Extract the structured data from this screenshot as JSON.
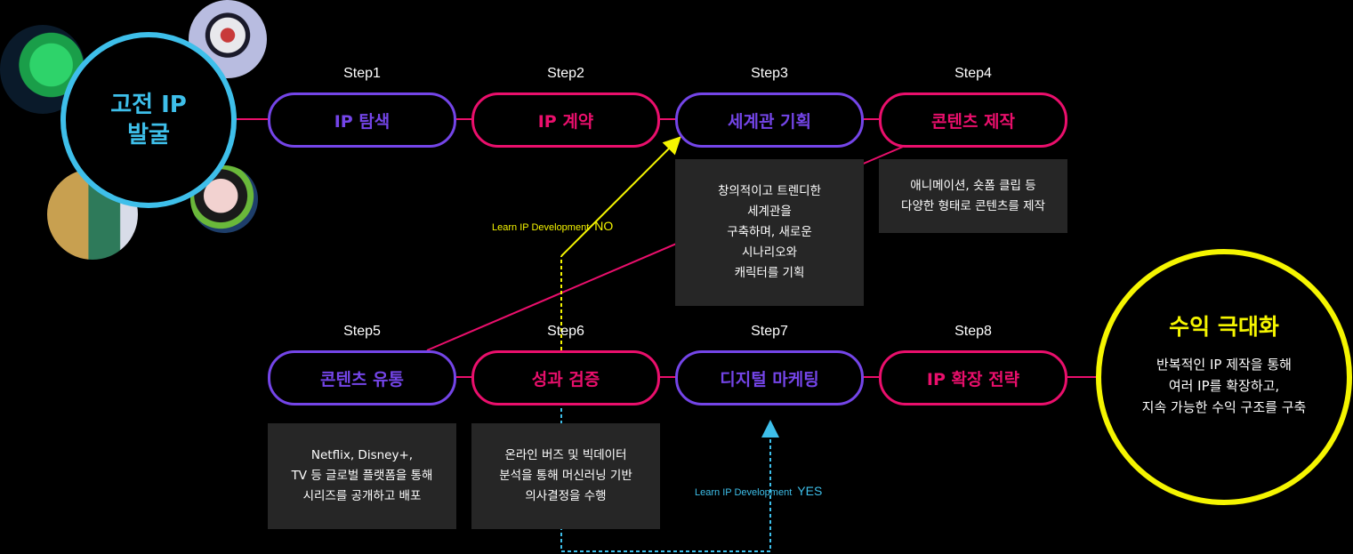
{
  "colors": {
    "purple": "#7445e8",
    "pink": "#ea0f6c",
    "cyan": "#3ebfea",
    "yellow": "#f5f500",
    "box_bg": "#262626",
    "background": "#000000"
  },
  "start": {
    "title": "고전 IP\n발굴",
    "thumbnails": [
      "green-dinosaur-character",
      "robot-boy-character",
      "old-men-characters",
      "girl-character"
    ]
  },
  "steps": [
    {
      "label": "Step1",
      "title": "IP 탐색",
      "color": "purple"
    },
    {
      "label": "Step2",
      "title": "IP 계약",
      "color": "pink"
    },
    {
      "label": "Step3",
      "title": "세계관 기획",
      "color": "purple",
      "desc": "창의적이고 트렌디한\n세계관을\n구축하며, 새로운\n시나리오와\n캐릭터를 기획"
    },
    {
      "label": "Step4",
      "title": "콘텐츠 제작",
      "color": "pink",
      "desc": "애니메이션, 숏폼 클립 등\n다양한 형태로 콘텐츠를 제작"
    },
    {
      "label": "Step5",
      "title": "콘텐츠 유통",
      "color": "purple",
      "desc": "Netflix, Disney+,\nTV 등 글로벌 플랫폼을 통해\n시리즈를 공개하고 배포"
    },
    {
      "label": "Step6",
      "title": "성과 검증",
      "color": "pink",
      "desc": "온라인 버즈 및 빅데이터\n분석을 통해 머신러닝 기반\n의사결정을 수행"
    },
    {
      "label": "Step7",
      "title": "디지털 마케팅",
      "color": "purple"
    },
    {
      "label": "Step8",
      "title": "IP 확장 전략",
      "color": "pink"
    }
  ],
  "branches": {
    "no": {
      "label": "Learn IP Development",
      "answer": "NO"
    },
    "yes": {
      "label": "Learn IP Development",
      "answer": "YES"
    }
  },
  "end": {
    "title": "수익 극대화",
    "body": "반복적인 IP 제작을 통해\n여러 IP를 확장하고,\n지속 가능한 수익 구조를 구축"
  }
}
